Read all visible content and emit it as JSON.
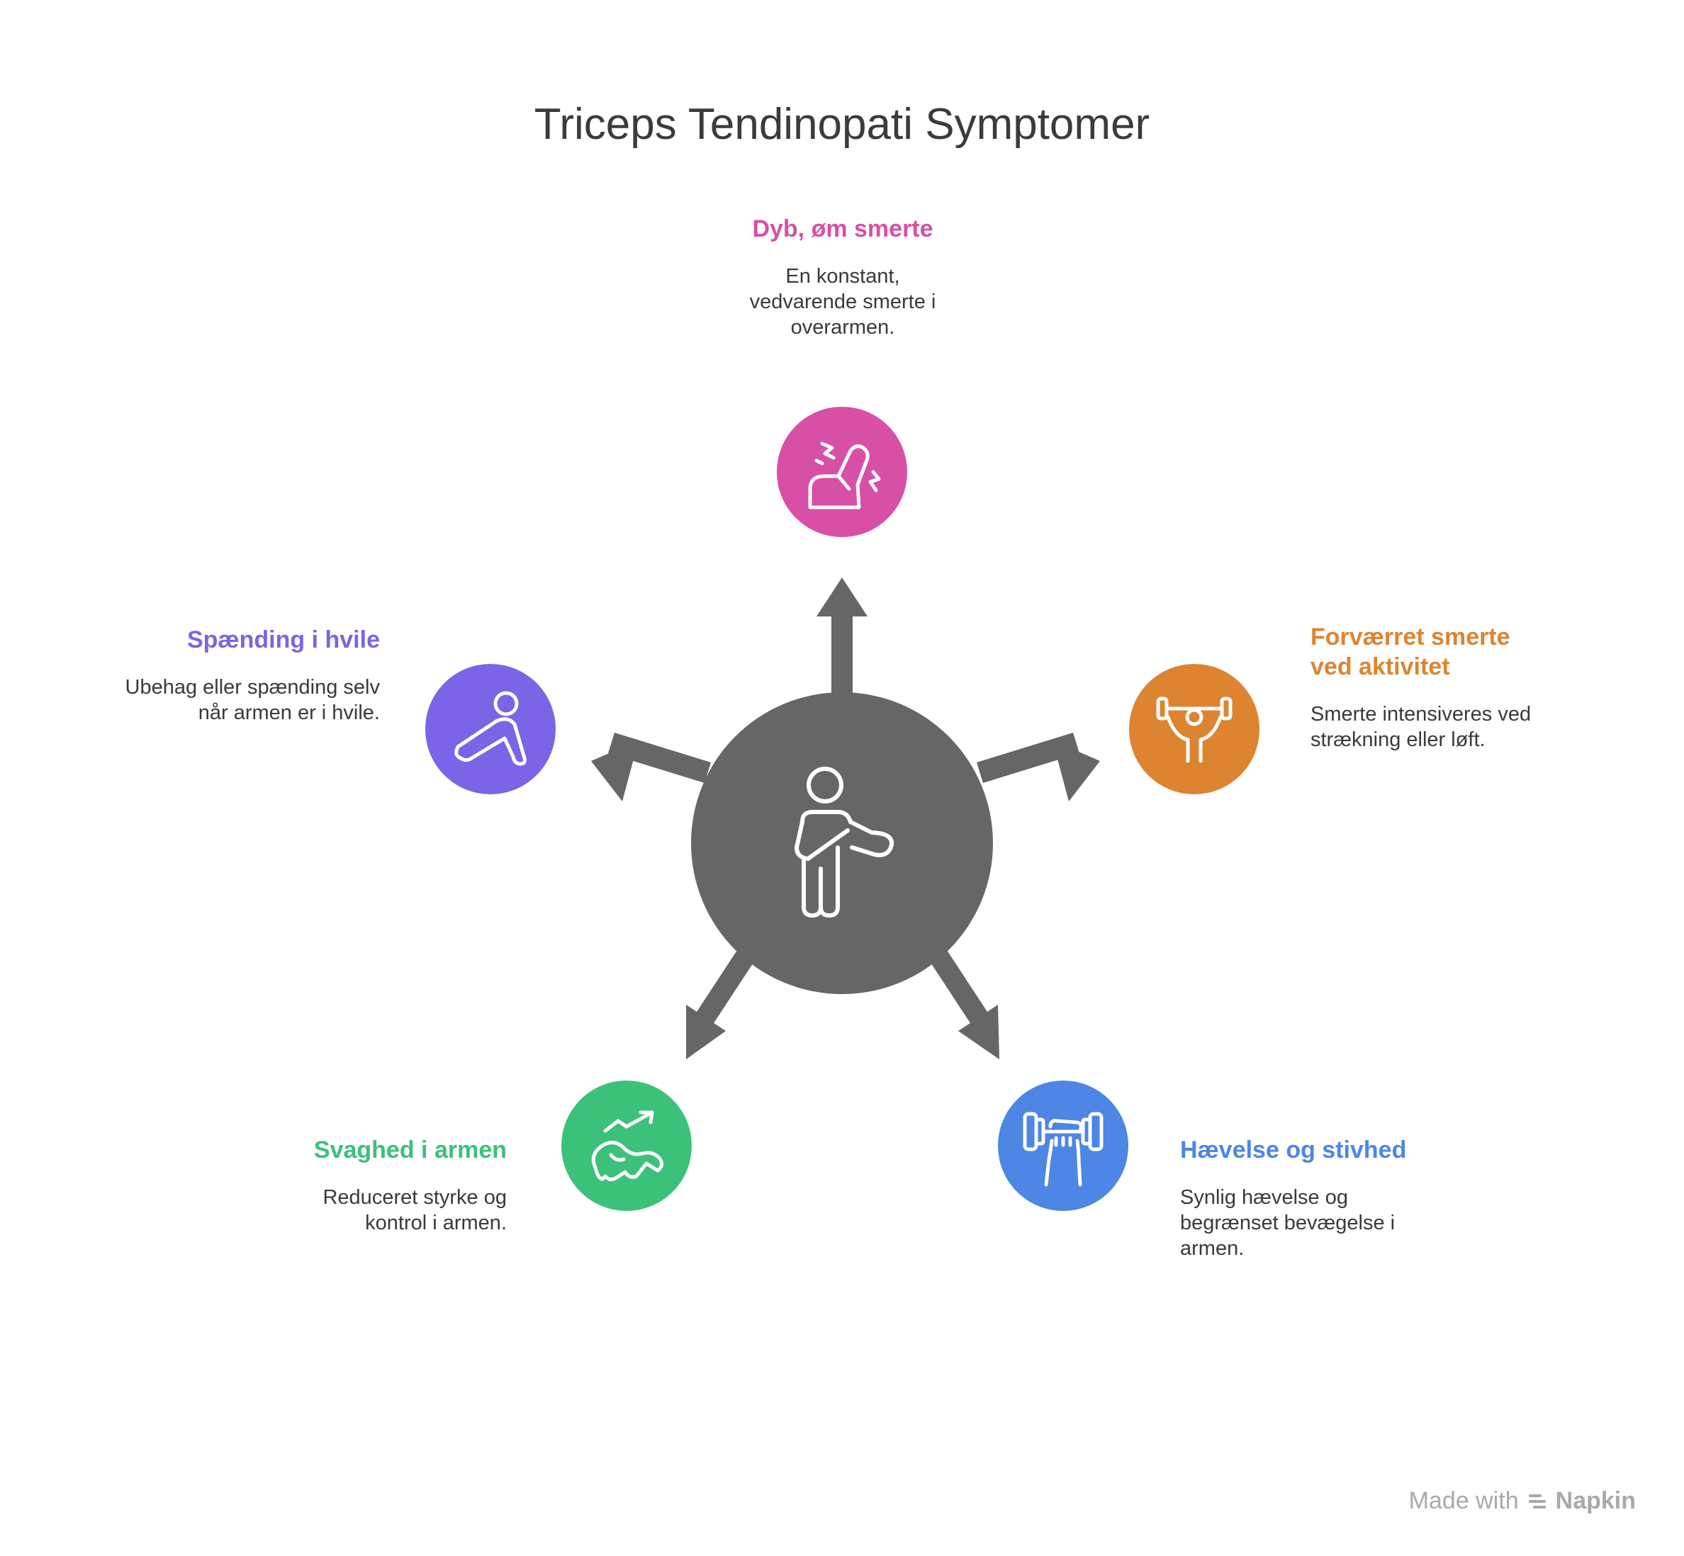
{
  "title": "Triceps Tendinopati Symptomer",
  "items": [
    {
      "id": "top",
      "heading": "Dyb, øm smerte",
      "description": "En konstant, vedvarende smerte i overarmen.",
      "color": "#d84fa6",
      "icon": "arm-pain-icon"
    },
    {
      "id": "right",
      "heading": "Forværret smerte ved aktivitet",
      "description": "Smerte intensiveres ved strækning eller løft.",
      "color": "#dd8431",
      "icon": "weightlifter-icon"
    },
    {
      "id": "bottom-right",
      "heading": "Hævelse og stivhed",
      "description": "Synlig hævelse og begrænset bevægelse i armen.",
      "color": "#4d86e4",
      "icon": "dumbbell-grip-icon"
    },
    {
      "id": "bottom-left",
      "heading": "Svaghed i armen",
      "description": "Reduceret styrke og kontrol i armen.",
      "color": "#3cc17a",
      "icon": "muscle-decline-icon"
    },
    {
      "id": "left",
      "heading": "Spænding i hvile",
      "description": "Ubehag eller spænding selv når armen er i hvile.",
      "color": "#7b64e6",
      "icon": "stretching-person-icon"
    }
  ],
  "center": {
    "color": "#666666",
    "icon": "person-arm-sling-icon"
  },
  "footer": {
    "made_with": "Made with",
    "brand": "Napkin"
  }
}
